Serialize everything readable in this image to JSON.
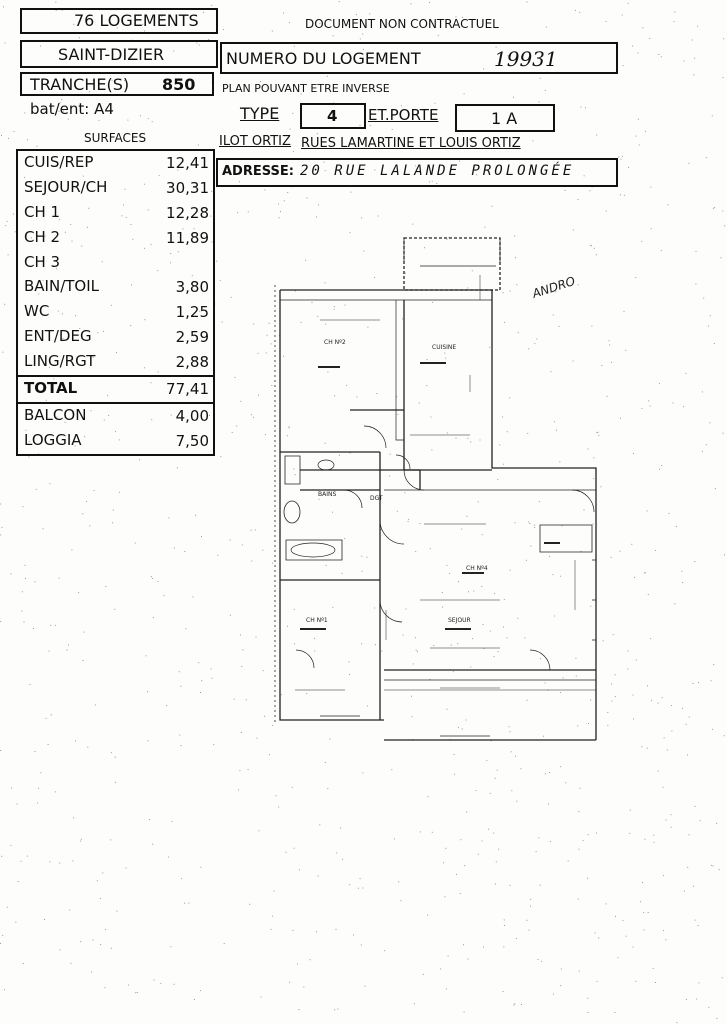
{
  "header": {
    "logements": "76 LOGEMENTS",
    "city": "SAINT-DIZIER",
    "tranche_label": "TRANCHE(S)",
    "tranche_value": "850",
    "bat_ent": "bat/ent: A4",
    "document_notice": "DOCUMENT NON CONTRACTUEL",
    "numero_label": "NUMERO DU LOGEMENT",
    "numero_value": "19931",
    "plan_notice": "PLAN POUVANT ETRE INVERSE",
    "type_label": "TYPE",
    "type_value": "4",
    "porte_label": "ET.PORTE",
    "porte_value": "1 A",
    "ilot": "ILOT ORTIZ",
    "rues": "RUES LAMARTINE ET LOUIS ORTIZ",
    "adresse_label": "ADRESSE:",
    "adresse_value": "20 RUE LALANDE PROLONGÉE"
  },
  "surfaces": {
    "title": "SURFACES",
    "rows": [
      {
        "label": "CUIS/REP",
        "value": "12,41"
      },
      {
        "label": "SEJOUR/CH",
        "value": "30,31"
      },
      {
        "label": "CH 1",
        "value": "12,28"
      },
      {
        "label": "CH 2",
        "value": "11,89"
      },
      {
        "label": "CH 3",
        "value": ""
      },
      {
        "label": "BAIN/TOIL",
        "value": "3,80"
      },
      {
        "label": "WC",
        "value": "1,25"
      },
      {
        "label": "ENT/DEG",
        "value": "2,59"
      },
      {
        "label": "LING/RGT",
        "value": "2,88"
      }
    ],
    "total": {
      "label": "TOTAL",
      "value": "77,41"
    },
    "extras": [
      {
        "label": "BALCON",
        "value": "4,00"
      },
      {
        "label": "LOGGIA",
        "value": "7,50"
      }
    ]
  },
  "plan": {
    "handwritten_note": "ANDRO",
    "room_labels": [
      "CH Nº2",
      "CUISINE",
      "BAINS",
      "DGT",
      "CH Nº1",
      "CH Nº4",
      "SEJOUR"
    ]
  }
}
